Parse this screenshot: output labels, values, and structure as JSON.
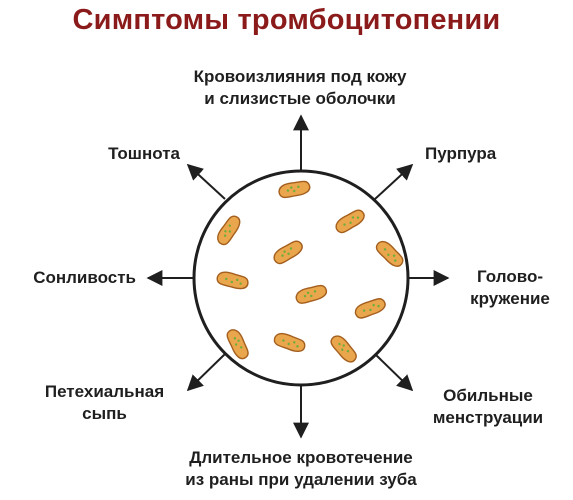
{
  "title": "Симптомы тромбоцитопении",
  "symptoms": {
    "top": [
      "Кровоизлияния под кожу",
      "и слизистые оболочки"
    ],
    "top_right": "Пурпура",
    "right": [
      "Голово-",
      "кружение"
    ],
    "bottom_right": [
      "Обильные",
      "менструации"
    ],
    "bottom": [
      "Длительное кровотечение",
      "из раны при удалении зуба"
    ],
    "bottom_left": [
      "Петехиальная",
      "сыпь"
    ],
    "left": "Сонливость",
    "top_left": "Тошнота"
  },
  "colors": {
    "title": "#8b1a1a",
    "platelet_fill": "#e9a64c",
    "platelet_edge": "#a45f1e",
    "granule": "#6fae3a"
  },
  "center_icon": "blood-cell-circle-with-platelets"
}
